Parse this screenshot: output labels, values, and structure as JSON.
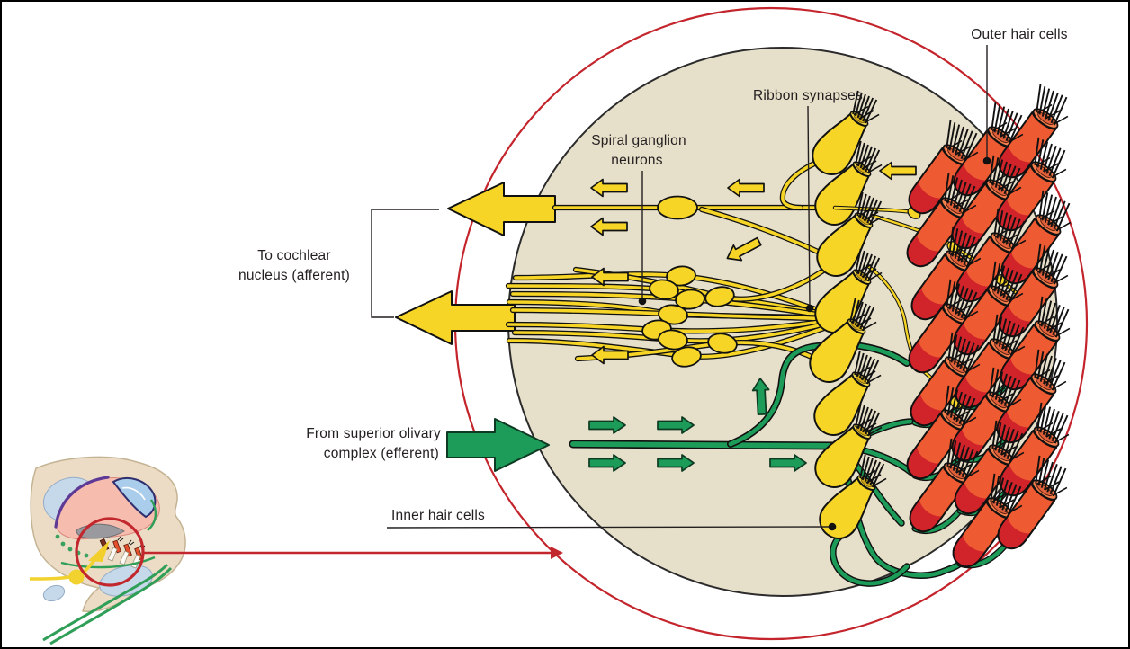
{
  "figure": {
    "title": "Cochlear hair-cell innervation diagram",
    "labels": {
      "outer_hair_cells": "Outer hair cells",
      "ribbon_synapses": "Ribbon synapses",
      "spiral_ganglion_1": "Spiral ganglion",
      "spiral_ganglion_2": "neurons",
      "to_cochlear_1": "To cochlear",
      "to_cochlear_2": "nucleus (afferent)",
      "from_soc_1": "From superior olivary",
      "from_soc_2": "complex (efferent)",
      "inner_hair_cells": "Inner hair cells"
    },
    "structures": {
      "inner_hair_cells": {
        "count": 8
      },
      "outer_hair_cells": {
        "rows": 8,
        "columns": 3,
        "count": 23
      },
      "afferent_pathway": {
        "direction": "left",
        "big_arrows": 2,
        "small_arrows": 7
      },
      "efferent_pathway": {
        "direction": "right",
        "big_arrows": 1,
        "small_arrows": 6
      },
      "ganglion_somata": {
        "count": 10
      }
    },
    "inset": {
      "highlight": "red circle on organ of Corti cross-section"
    }
  },
  "colors": {
    "background": "#ffffff",
    "frame": "#000000",
    "membrane_fill": "#e6dfc9",
    "membrane_stroke": "#2b2b2b",
    "highlight_red": "#c4242b",
    "afferent_yellow": "#f6d527",
    "efferent_green": "#1d9c59",
    "efferent_green_dark": "#0d3a22",
    "ohc_body": "#ee5a31",
    "ohc_cap": "#d0232a",
    "ohc_rim": "#f4804e",
    "ohc_rim_inner": "#e2603a",
    "ihc_rim": "#f8dd4e",
    "ihc_rim_inner": "#d9ad18",
    "text": "#231f20",
    "ink": "#111111"
  }
}
